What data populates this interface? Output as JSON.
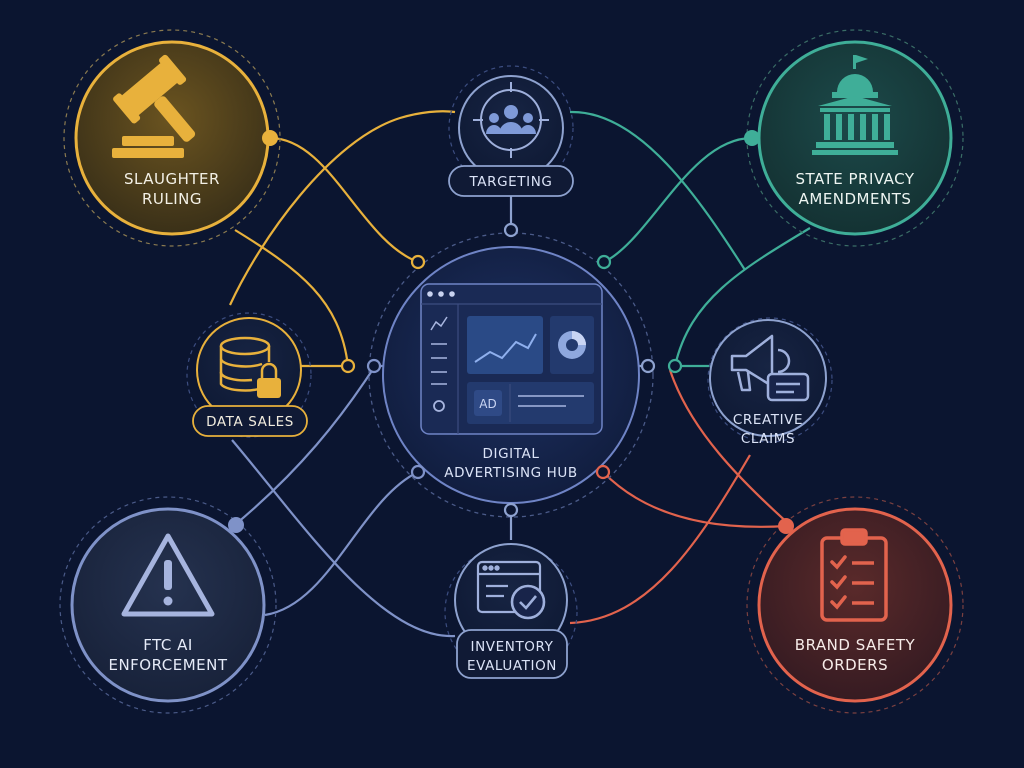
{
  "nodes": {
    "slaughter": {
      "line1": "SLAUGHTER",
      "line2": "RULING",
      "color": "#e8b13c"
    },
    "state": {
      "line1": "STATE PRIVACY",
      "line2": "AMENDMENTS",
      "color": "#3fae98"
    },
    "ftc": {
      "line1": "FTC AI",
      "line2": "ENFORCEMENT",
      "color": "#7f92c8"
    },
    "brand": {
      "line1": "BRAND SAFETY",
      "line2": "ORDERS",
      "color": "#e2634d"
    },
    "targeting": {
      "label": "TARGETING"
    },
    "data_sales": {
      "label": "DATA SALES"
    },
    "creative": {
      "line1": "CREATIVE",
      "line2": "CLAIMS"
    },
    "inventory": {
      "line1": "INVENTORY",
      "line2": "EVALUATION"
    },
    "hub": {
      "line1": "DIGITAL",
      "line2": "ADVERTISING HUB",
      "ad_badge": "AD"
    }
  },
  "icons": {
    "slaughter": "gavel-icon",
    "state": "capitol-icon",
    "ftc": "warning-icon",
    "brand": "checklist-icon",
    "targeting": "target-audience-icon",
    "data_sales": "database-lock-icon",
    "creative": "megaphone-icon",
    "inventory": "window-check-icon",
    "hub": "dashboard-icon"
  },
  "colors": {
    "background": "#0b1530",
    "gold": "#e8b13c",
    "teal": "#3fae98",
    "periwinkle": "#7f92c8",
    "coral": "#e2634d",
    "node_line": "#8ea2cf"
  }
}
